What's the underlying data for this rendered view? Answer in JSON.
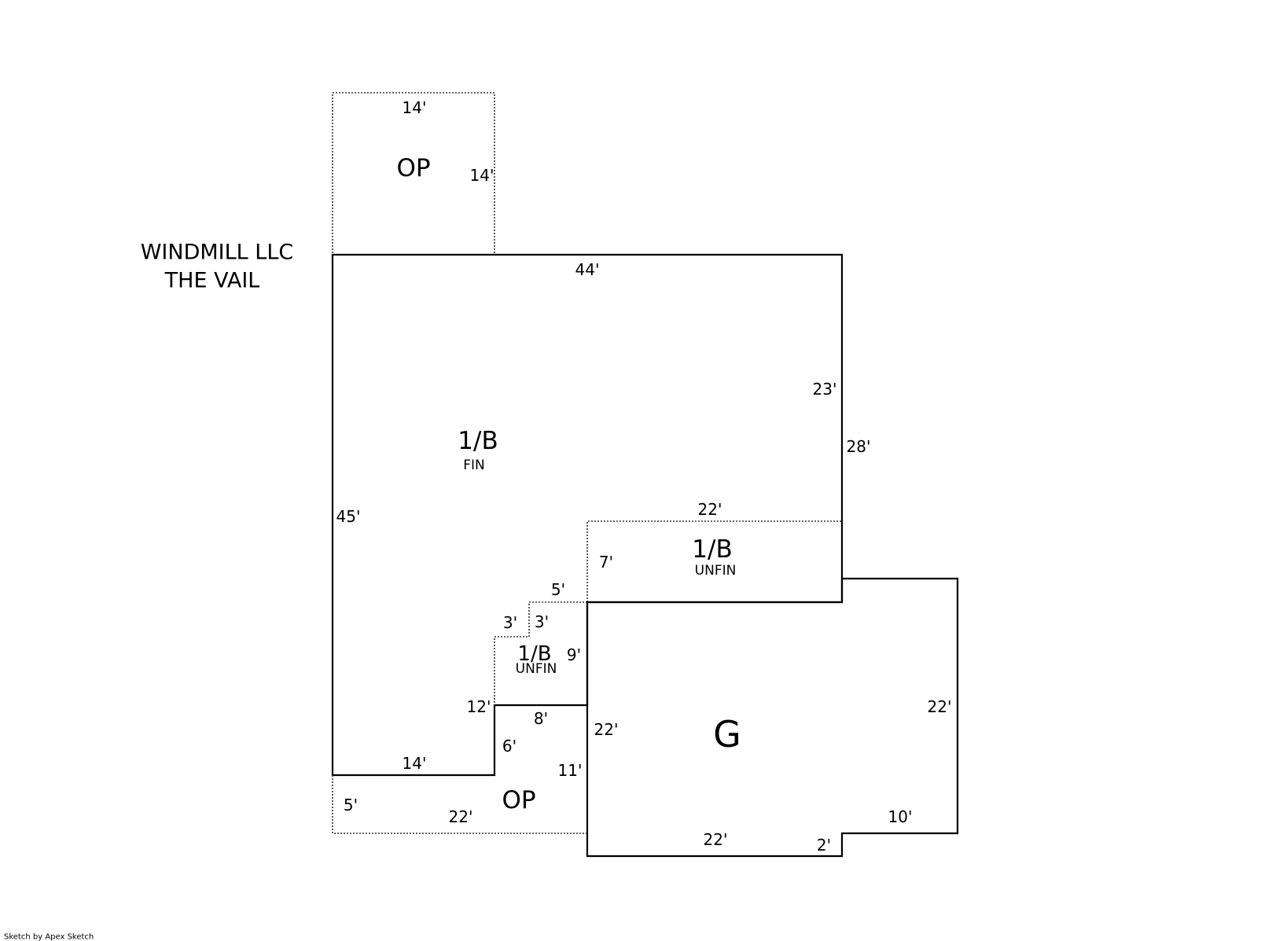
{
  "title": {
    "line1": "WINDMILL LLC",
    "line2": "THE VAIL"
  },
  "credit": "Sketch by Apex Sketch",
  "areas": {
    "op_top": {
      "label": "OP",
      "dims": [
        "14'",
        "14'"
      ]
    },
    "main": {
      "label": "1/B",
      "sub": "FIN",
      "dims": [
        "44'",
        "23'",
        "28'",
        "45'",
        "14'",
        "12'",
        "6'"
      ]
    },
    "unfin_upper": {
      "label": "1/B",
      "sub": "UNFIN",
      "dims": [
        "22'",
        "7'"
      ]
    },
    "unfin_lower": {
      "label": "1/B",
      "sub": "UNFIN",
      "dims": [
        "5'",
        "3'",
        "3'",
        "9'",
        "8'"
      ]
    },
    "garage": {
      "label": "G",
      "dims": [
        "22'",
        "22'",
        "10'",
        "22'",
        "2'"
      ]
    },
    "op_bottom": {
      "label": "OP",
      "dims": [
        "11'",
        "5'",
        "22'"
      ]
    }
  }
}
